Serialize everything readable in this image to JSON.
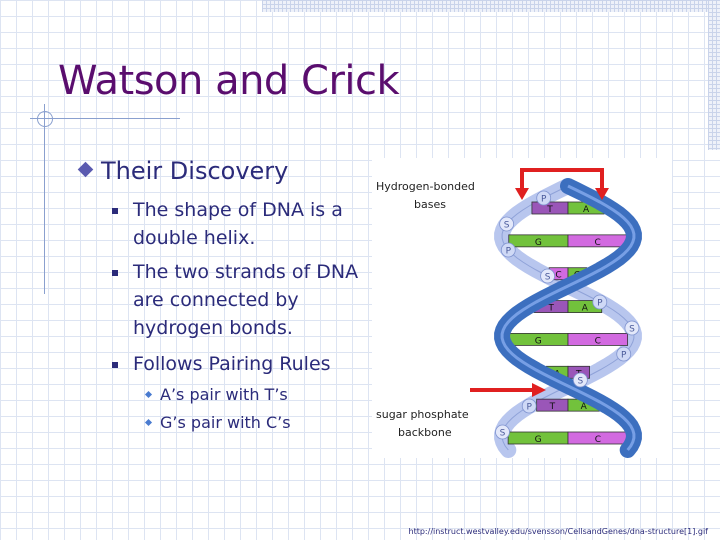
{
  "slide": {
    "title": "Watson and Crick",
    "level1": "Their Discovery",
    "bullets": [
      "The shape of DNA is a double helix.",
      "The two strands of DNA are connected by hydrogen bonds.",
      "Follows Pairing Rules"
    ],
    "sub_bullets": [
      "A’s pair with T’s",
      "G’s pair with C’s"
    ],
    "footer_url": "http://instruct.westvalley.edu/svensson/CellsandGenes/dna-structure[1].gif"
  },
  "figure": {
    "label_hbonds_1": "Hydrogen-bonded",
    "label_hbonds_2": "bases",
    "label_backbone_1": "sugar phosphate",
    "label_backbone_2": "backbone",
    "rungs": [
      {
        "left": "T",
        "right": "A"
      },
      {
        "left": "G",
        "right": "C"
      },
      {
        "left": "C",
        "right": "G"
      },
      {
        "left": "T",
        "right": "A"
      },
      {
        "left": "G",
        "right": "C"
      },
      {
        "left": "A",
        "right": "T"
      },
      {
        "left": "T",
        "right": "A"
      },
      {
        "left": "G",
        "right": "C"
      }
    ],
    "backbone_letters": [
      "P",
      "S"
    ],
    "colors": {
      "strand_dark": "#3c6fbf",
      "strand_light": "#b8c6ee",
      "arrow": "#e02020",
      "base_T": "#9a56b8",
      "base_A": "#72c23c",
      "base_G": "#72c23c",
      "base_C": "#d26ae0"
    }
  }
}
